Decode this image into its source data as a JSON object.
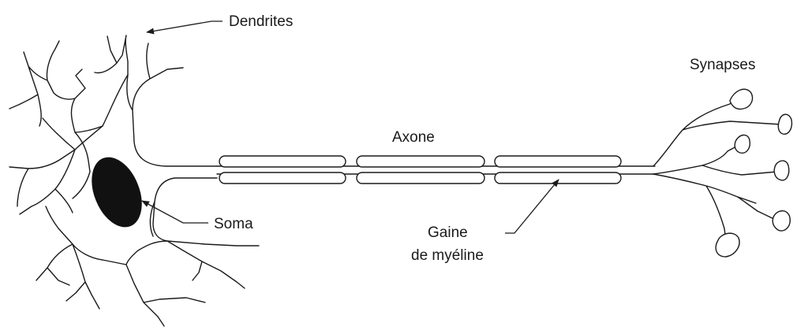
{
  "labels": {
    "dendrites": "Dendrites",
    "synapses": "Synapses",
    "axone": "Axone",
    "soma": "Soma",
    "gaine_line1": "Gaine",
    "gaine_line2": "de myéline"
  },
  "colors": {
    "line": "#1a1a1a",
    "nucleus": "#111111",
    "background": "#ffffff"
  }
}
